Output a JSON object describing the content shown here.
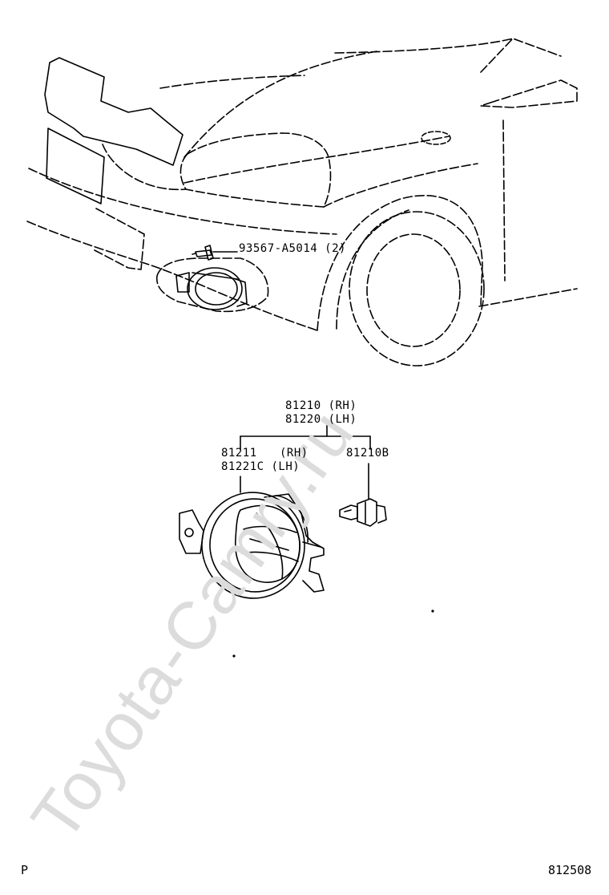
{
  "watermark": "Toyota-Camry.ru",
  "callouts": {
    "screw": "93567-A5014 (2)",
    "assy_rh": "81210 (RH)",
    "assy_lh": "81220 (LH)",
    "lamp_rh_num": "81211",
    "lamp_rh_side": "(RH)",
    "lamp_lh": "81221C (LH)",
    "bulb": "81210B"
  },
  "corner": {
    "left": "P",
    "figure_number": "812508"
  }
}
